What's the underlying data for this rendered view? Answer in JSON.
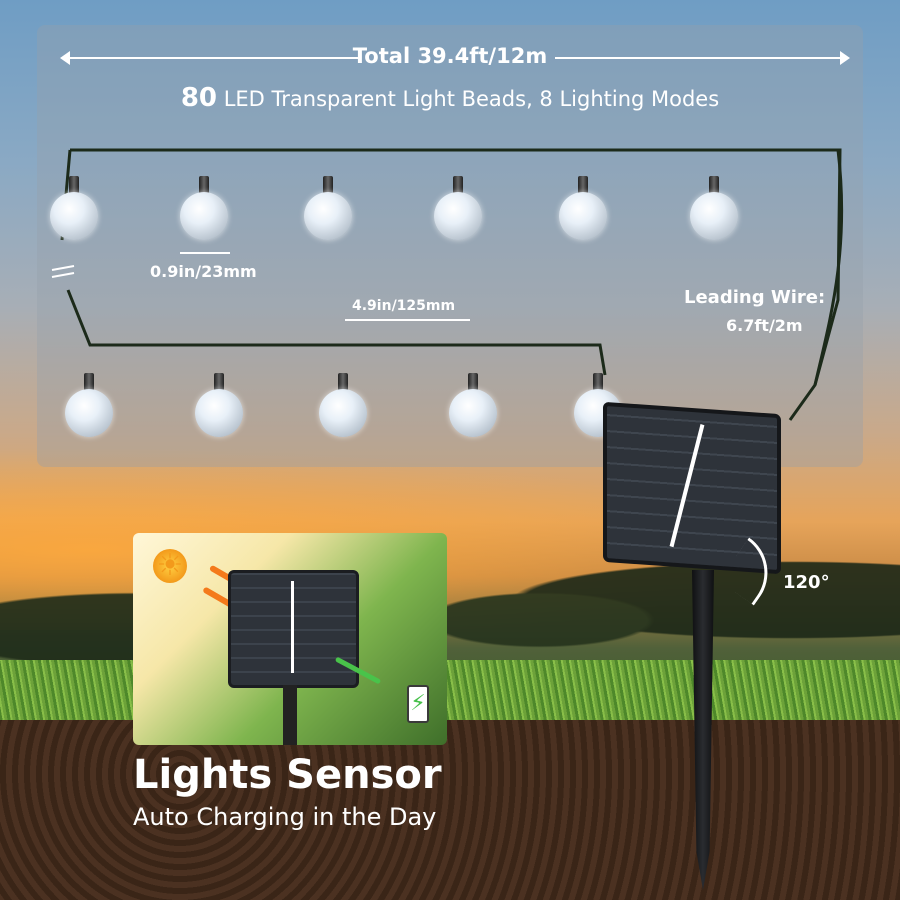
{
  "header": {
    "total_length": "Total 39.4ft/12m",
    "led_count": "80",
    "led_description": "LED Transparent Light Beads, 8 Lighting Modes"
  },
  "measurements": {
    "bulb_size": "0.9in/23mm",
    "bulb_spacing": "4.9in/125mm",
    "leading_wire_label": "Leading Wire:",
    "leading_wire_length": "6.7ft/2m",
    "panel_angle": "120°"
  },
  "feature": {
    "title": "Lights Sensor",
    "subtitle": "Auto Charging in the Day"
  },
  "icons": {
    "sun": "sun-icon",
    "battery": "battery-charging-icon",
    "arrow": "arrow-icon"
  },
  "colors": {
    "text": "#ffffff",
    "sun_arrow": "#f47a1b",
    "charge_arrow": "#49c34a"
  }
}
